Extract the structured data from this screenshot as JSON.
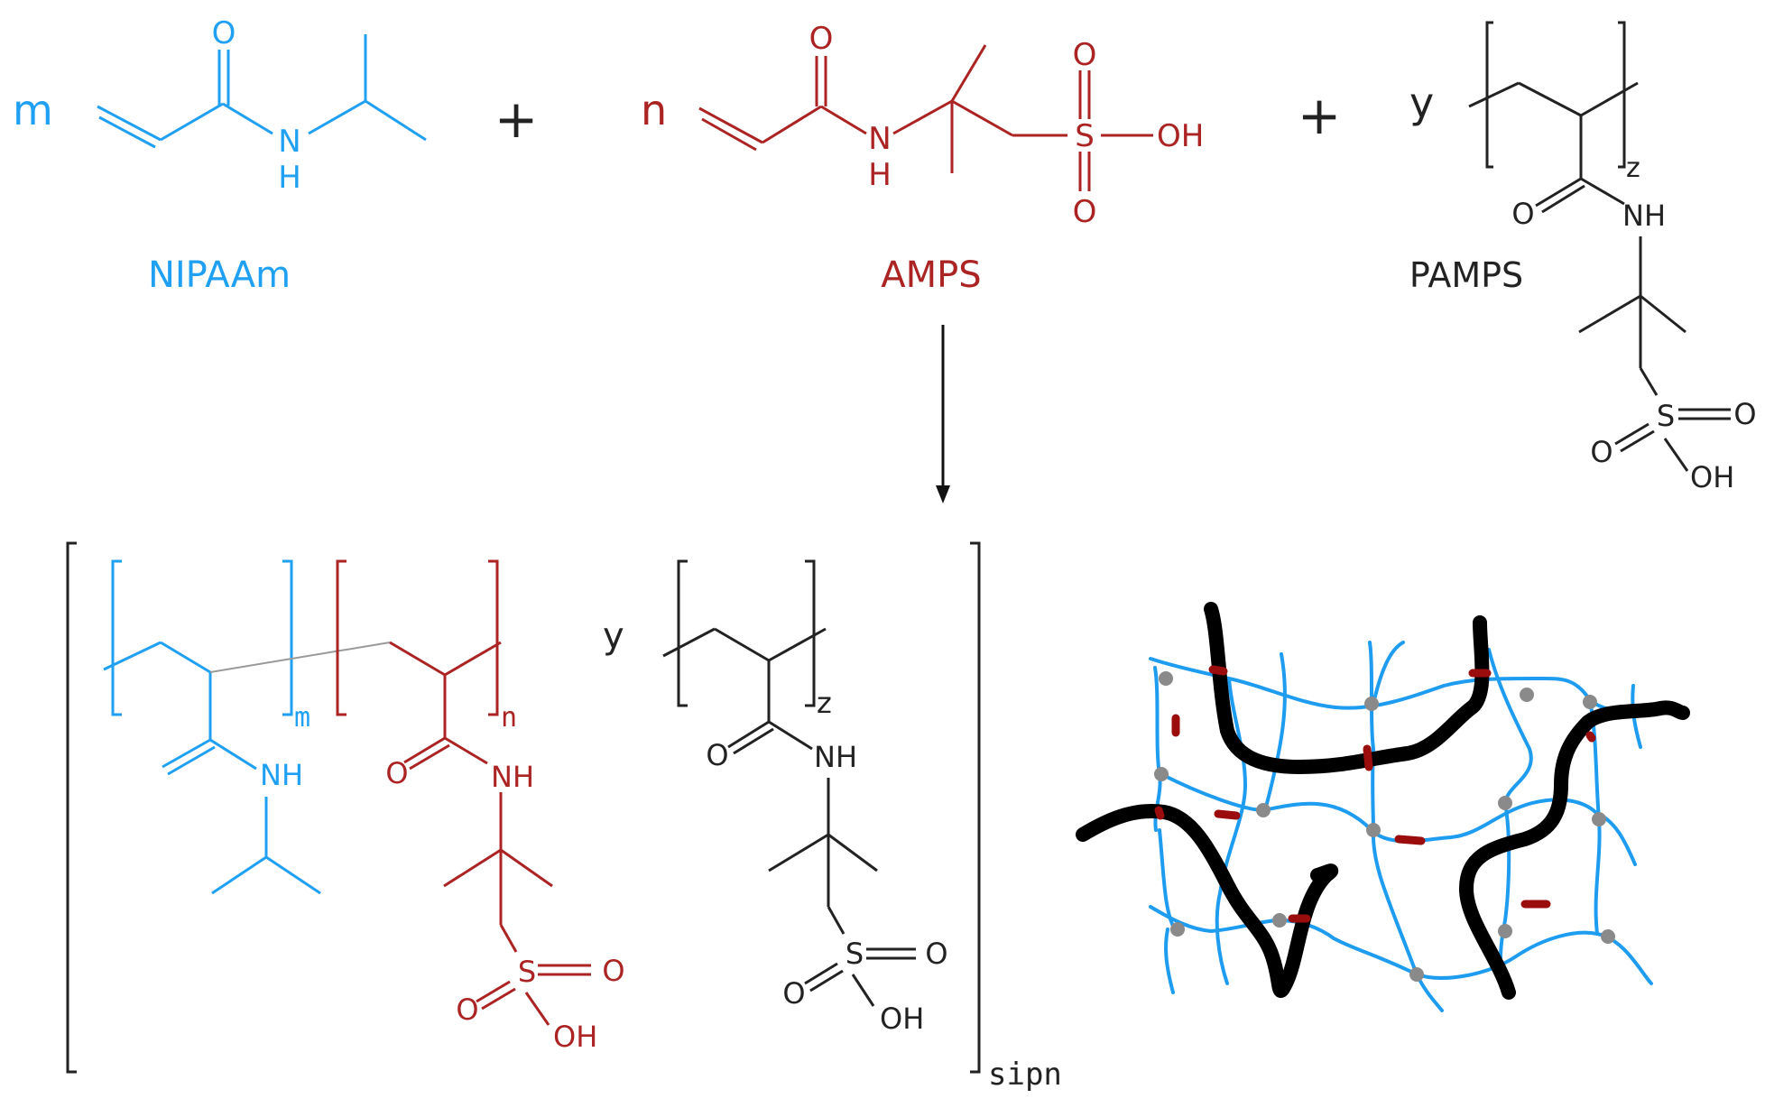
{
  "colors": {
    "nipaam": "#1fa0f2",
    "amps": "#ab2323",
    "pamps": "#222222",
    "network_blue": "#1e9cf0",
    "network_black": "#000000",
    "crosslink_gray": "#8a8a8a",
    "crosslink_red": "#9b0d0d"
  },
  "reactants": {
    "nipaam": {
      "coefficient": "m",
      "name": "NIPAAm",
      "atoms": {
        "o": "O",
        "n": "N",
        "h": "H"
      }
    },
    "plus_1": "+",
    "amps": {
      "coefficient": "n",
      "name": "AMPS",
      "atoms": {
        "o": "O",
        "n": "N",
        "h": "H",
        "s": "S",
        "o_top": "O",
        "o_bottom": "O",
        "oh": "OH"
      }
    },
    "plus_2": "+",
    "pamps": {
      "coefficient": "y",
      "subscript": "z",
      "name": "PAMPS",
      "atoms": {
        "o": "O",
        "nh": "NH",
        "s": "S",
        "o_right": "O",
        "o_left": "O",
        "oh": "OH"
      }
    }
  },
  "product": {
    "outer_subscript": "sipn",
    "nipaam_unit": {
      "subscript": "m",
      "atoms": {
        "nh": "NH"
      }
    },
    "amps_unit": {
      "subscript": "n",
      "atoms": {
        "o": "O",
        "nh": "NH",
        "s": "S",
        "o_right": "O",
        "o_left": "O",
        "oh": "OH"
      }
    },
    "pamps_unit": {
      "coefficient": "y",
      "subscript": "z",
      "atoms": {
        "o": "O",
        "nh": "NH",
        "s": "S",
        "o_right": "O",
        "o_left": "O",
        "oh": "OH"
      }
    }
  }
}
